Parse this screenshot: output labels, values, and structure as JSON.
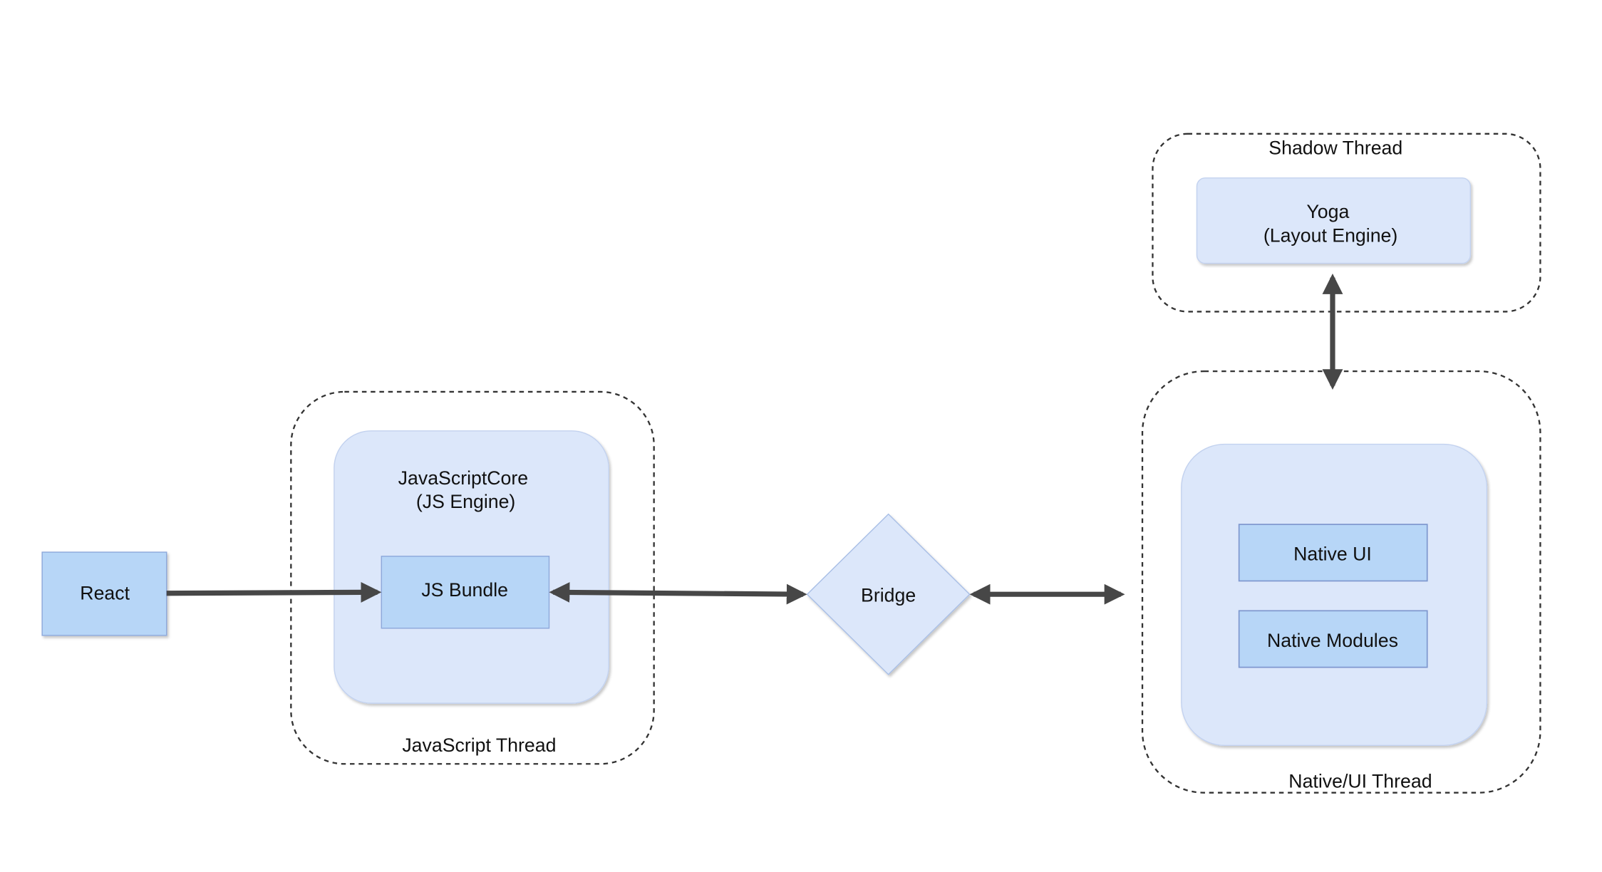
{
  "colors": {
    "outer_panel_fill": "#dce7fa",
    "inner_box_fill": "#b7d6f7",
    "box_stroke": "#8ea9db",
    "arrow": "#474747",
    "dashed_border": "#333333"
  },
  "nodes": {
    "react": "React",
    "js_engine_line1": "JavaScriptCore",
    "js_engine_line2": "(JS Engine)",
    "js_bundle": "JS Bundle",
    "bridge": "Bridge",
    "yoga_line1": "Yoga",
    "yoga_line2": "(Layout Engine)",
    "native_ui": "Native UI",
    "native_modules": "Native Modules"
  },
  "threads": {
    "javascript": "JavaScript Thread",
    "shadow": "Shadow Thread",
    "native_ui": "Native/UI Thread"
  },
  "edges": [
    {
      "from": "React",
      "to": "JS Bundle",
      "direction": "one-way"
    },
    {
      "from": "JS Bundle",
      "to": "Bridge",
      "direction": "two-way"
    },
    {
      "from": "Bridge",
      "to": "Native/UI Thread",
      "direction": "two-way"
    },
    {
      "from": "Yoga (Layout Engine)",
      "to": "Native/UI Thread",
      "direction": "two-way"
    }
  ]
}
